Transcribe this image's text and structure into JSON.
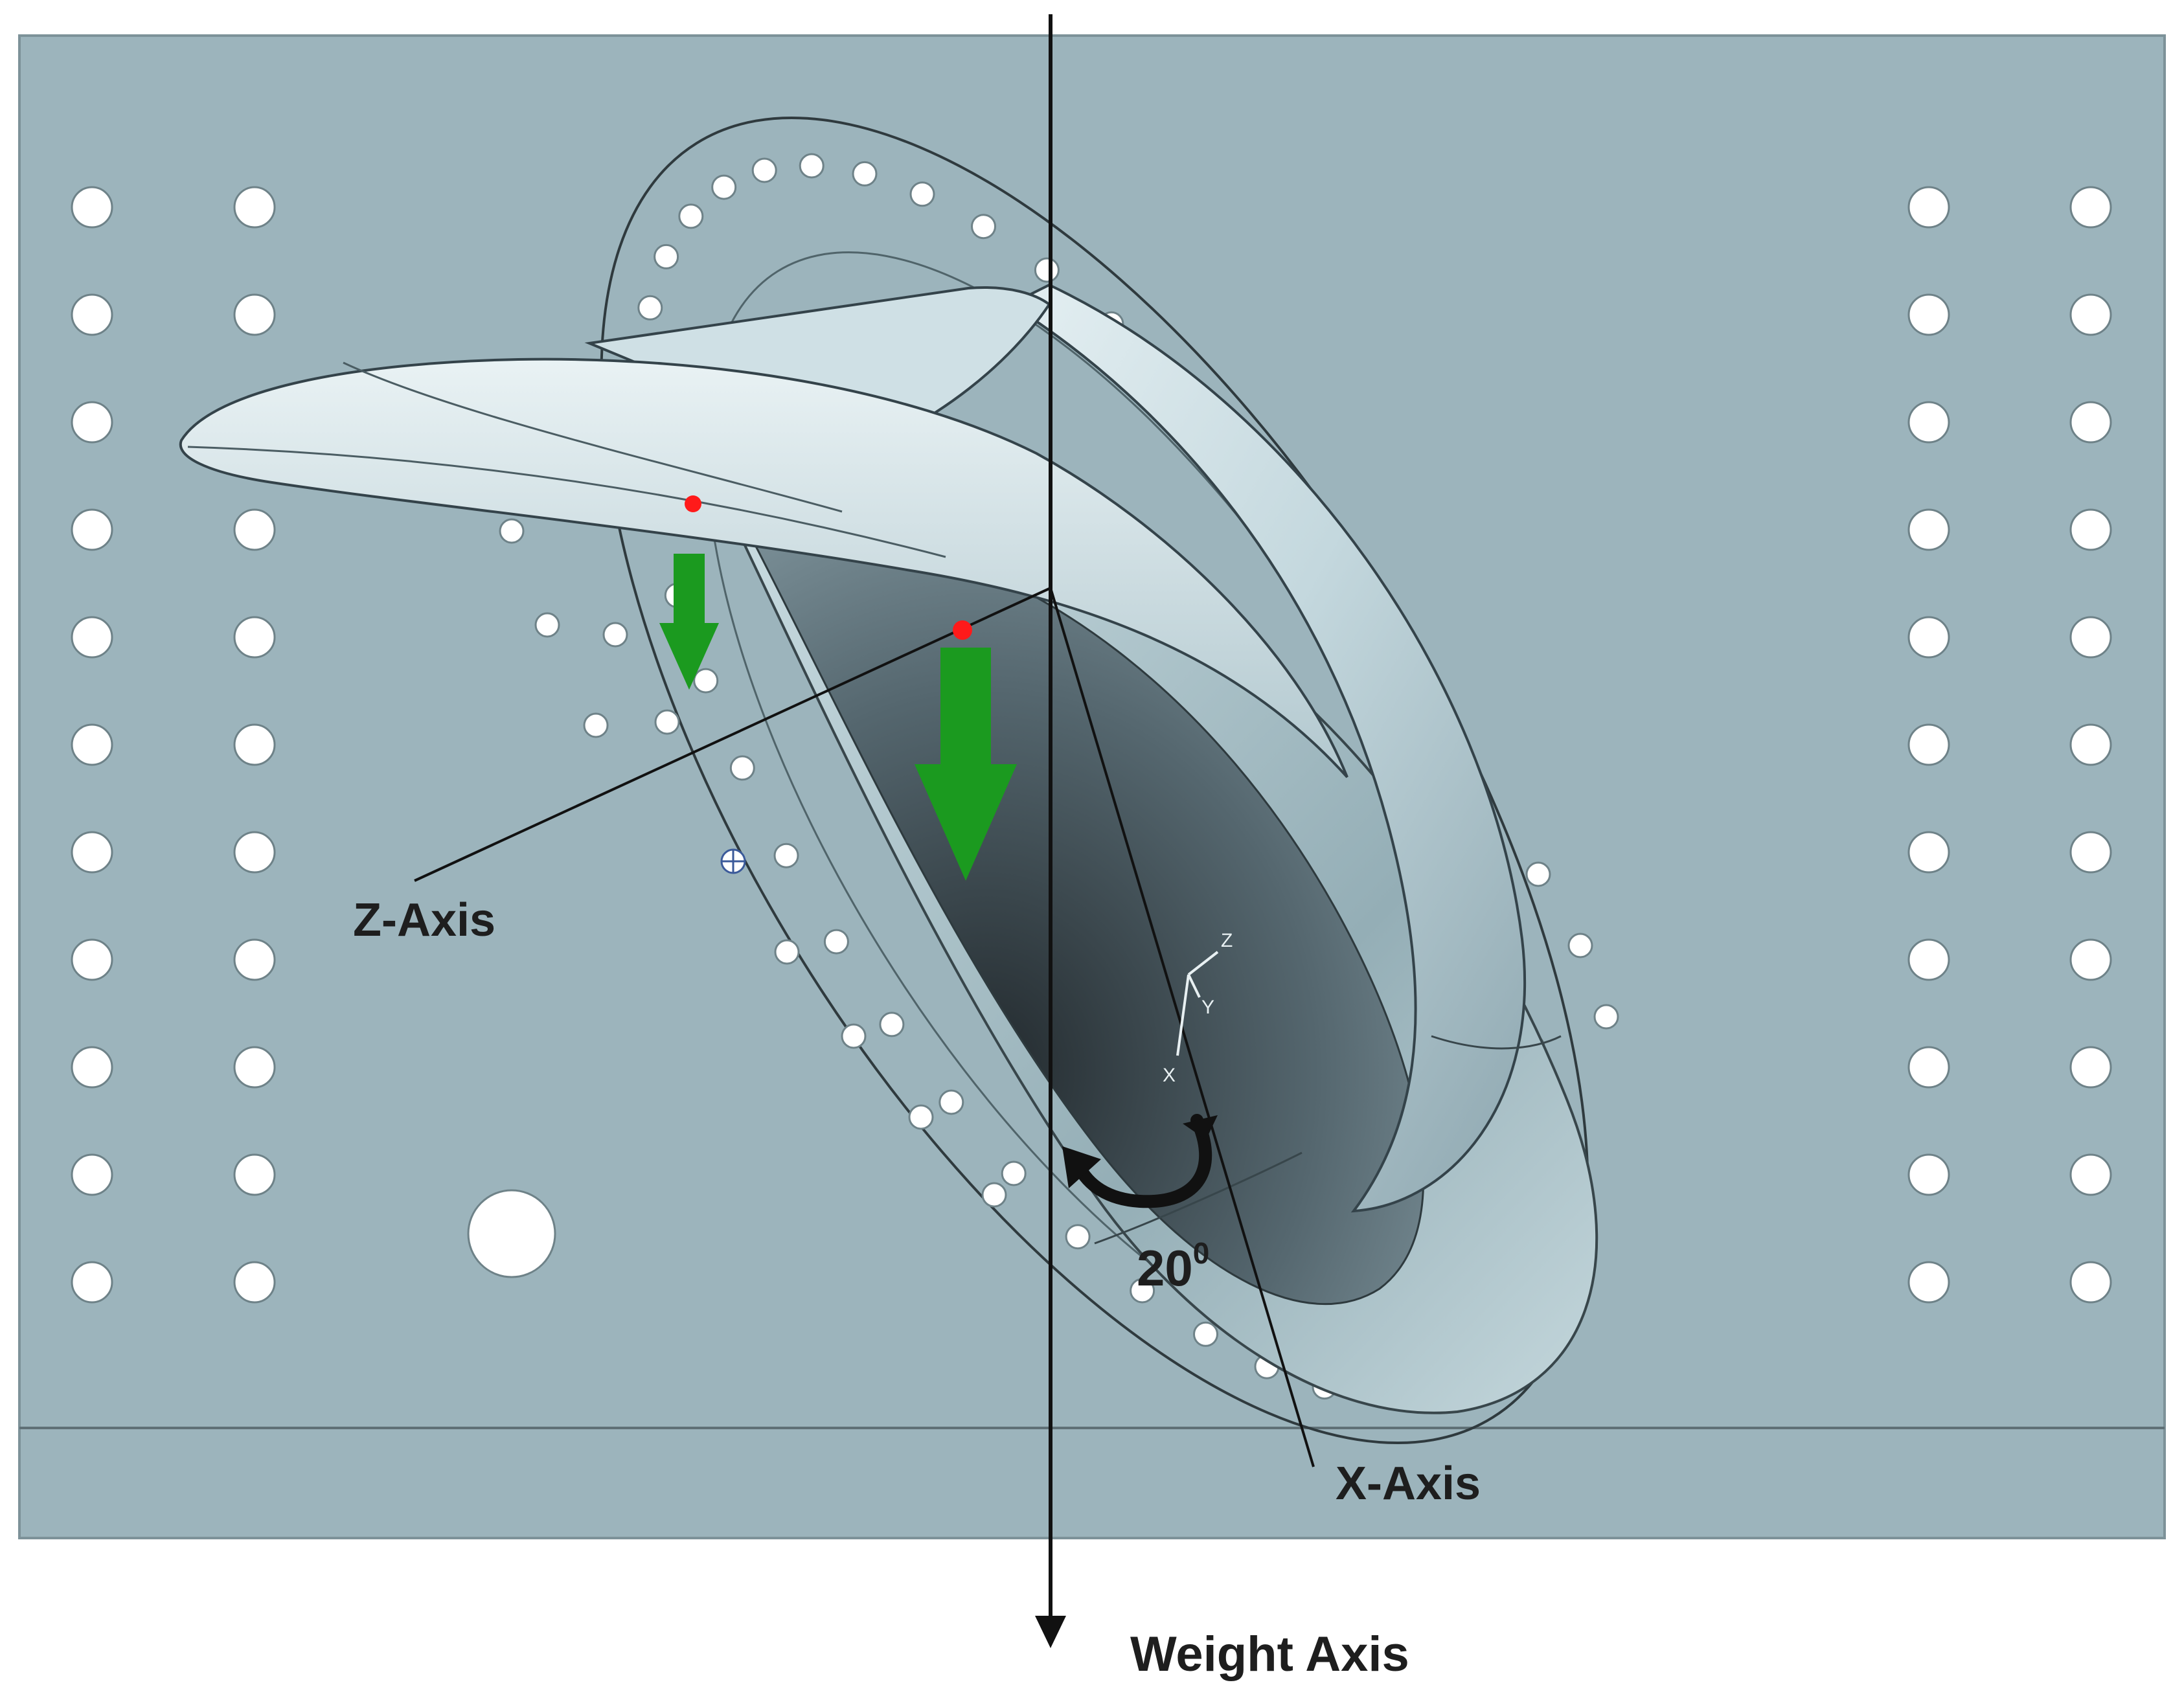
{
  "labels": {
    "z_axis": "Z-Axis",
    "x_axis": "X-Axis",
    "weight_axis": "Weight Axis",
    "angle_value": "20",
    "angle_unit": "0"
  },
  "triad": {
    "z": "Z",
    "y": "Y",
    "x": "X"
  },
  "colors": {
    "plate": "#9cb4bc",
    "part_highlight": "#dceaee",
    "part_shadow": "#3c4c54",
    "force_arrow": "#1b9a1f",
    "center_of_mass_point": "#ff1a1a",
    "axis_line": "#111111",
    "hole": "#ffffff"
  },
  "icons": {
    "force_arrow": "green-down-arrow-icon",
    "rotation": "curved-rotation-arrow-icon",
    "origin": "crosshair-target-icon"
  }
}
